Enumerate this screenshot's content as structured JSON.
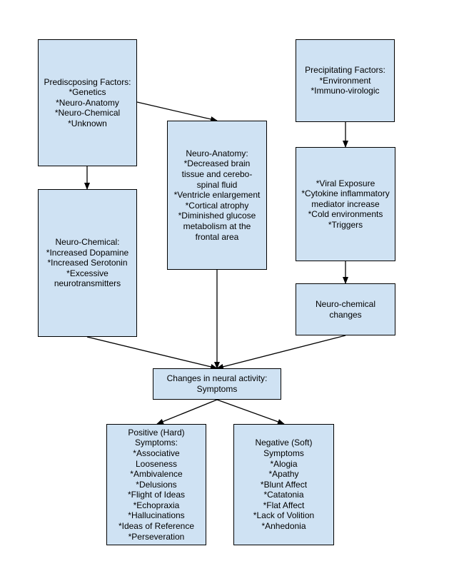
{
  "colors": {
    "node_fill": "#cfe2f3",
    "node_border": "#000000",
    "edge": "#000000",
    "background": "#ffffff"
  },
  "nodes": {
    "predisposing": {
      "text": "Prediscposing Factors:\n*Genetics\n*Neuro-Anatomy\n*Neuro-Chemical\n*Unknown"
    },
    "precipitating": {
      "text": "Precipitating Factors:\n*Environment\n*Immuno-virologic"
    },
    "neuro_anatomy": {
      "text": "Neuro-Anatomy:\n*Decreased brain\ntissue and cerebo-\nspinal fluid\n*Ventricle enlargement\n*Cortical atrophy\n*Diminished glucose\nmetabolism at the\nfrontal area"
    },
    "neuro_chemical": {
      "text": "Neuro-Chemical:\n*Increased Dopamine\n*Increased Serotonin\n*Excessive\nneurotransmitters"
    },
    "viral": {
      "text": "*Viral Exposure\n*Cytokine inflammatory\nmediator increase\n*Cold environments\n*Triggers"
    },
    "neuro_chem_changes": {
      "text": "Neuro-chemical\nchanges"
    },
    "neural_activity": {
      "text": "Changes in neural activity:\nSymptoms"
    },
    "positive": {
      "text": "Positive (Hard)\nSymptoms:\n*Associative\nLooseness\n*Ambivalence\n*Delusions\n*Flight of Ideas\n*Echopraxia\n*Hallucinations\n*Ideas of Reference\n*Perseveration"
    },
    "negative": {
      "text": "Negative (Soft)\nSymptoms\n*Alogia\n*Apathy\n*Blunt Affect\n*Catatonia\n*Flat Affect\n*Lack of Volition\n*Anhedonia"
    }
  },
  "edges": [
    {
      "from": "predisposing",
      "to": "neuro_anatomy"
    },
    {
      "from": "predisposing",
      "to": "neuro_chemical"
    },
    {
      "from": "precipitating",
      "to": "viral"
    },
    {
      "from": "viral",
      "to": "neuro_chem_changes"
    },
    {
      "from": "neuro_chemical",
      "to": "neural_activity"
    },
    {
      "from": "neuro_anatomy",
      "to": "neural_activity"
    },
    {
      "from": "neuro_chem_changes",
      "to": "neural_activity"
    },
    {
      "from": "neural_activity",
      "to": "positive"
    },
    {
      "from": "neural_activity",
      "to": "negative"
    }
  ]
}
